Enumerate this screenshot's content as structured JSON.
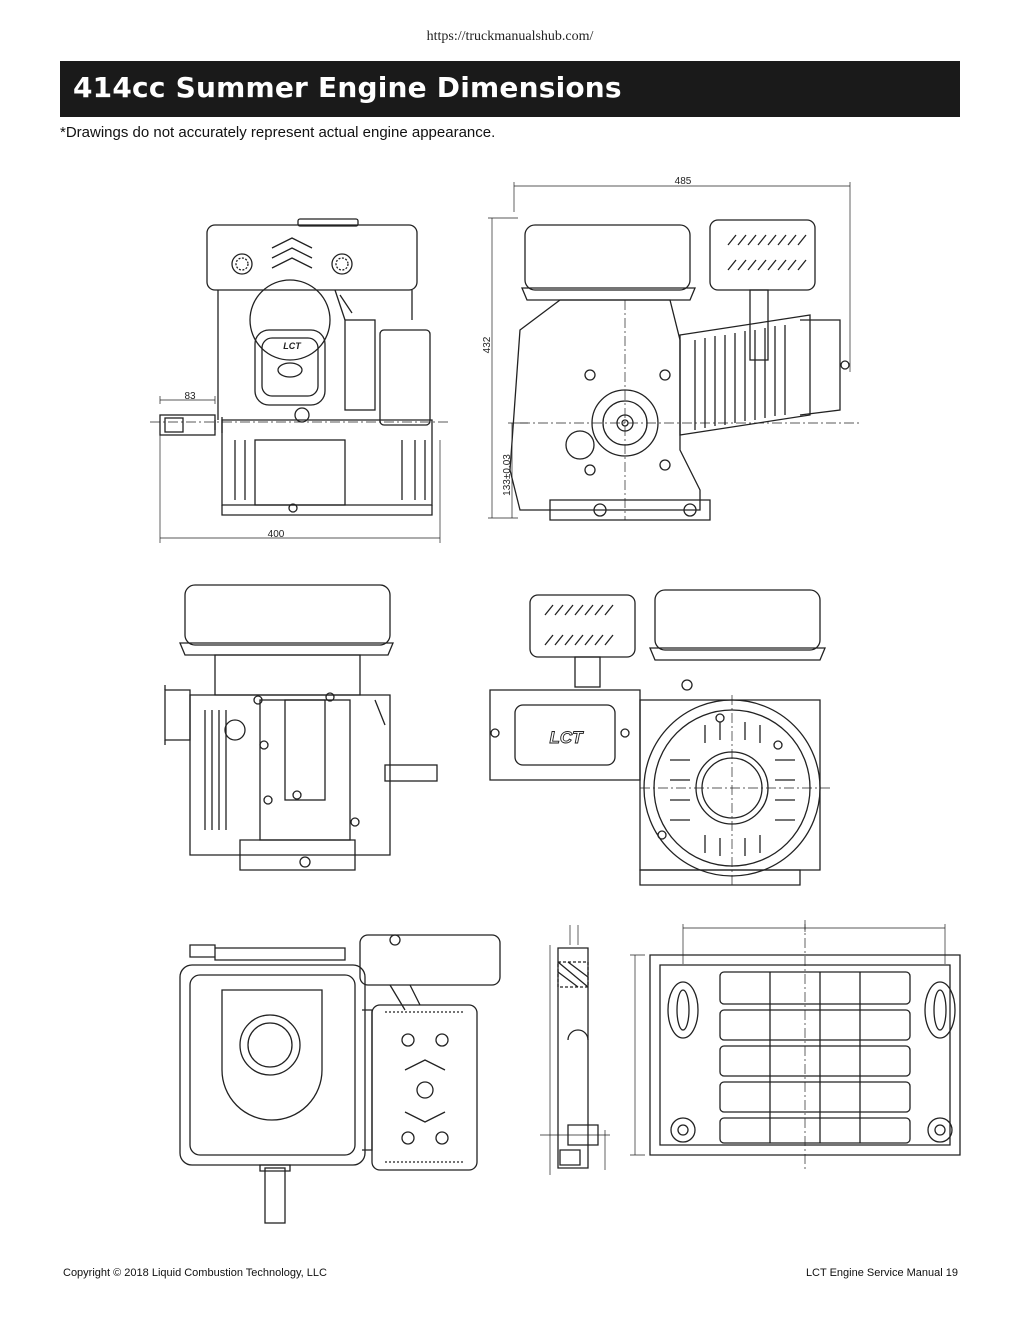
{
  "header": {
    "url": "https://truckmanualshub.com/"
  },
  "page": {
    "title": "414cc Summer Engine Dimensions",
    "disclaimer": "*Drawings do not accurately represent actual engine appearance."
  },
  "dimensions": {
    "width_top": "485",
    "height": "432",
    "shaft_height": "133±0.03",
    "shaft_length": "83",
    "width_front": "400"
  },
  "logos": {
    "brand": "LCT"
  },
  "footer": {
    "copyright": "Copyright © 2018 Liquid Combustion Technology, LLC",
    "manual": "LCT Engine Service Manual  19"
  }
}
